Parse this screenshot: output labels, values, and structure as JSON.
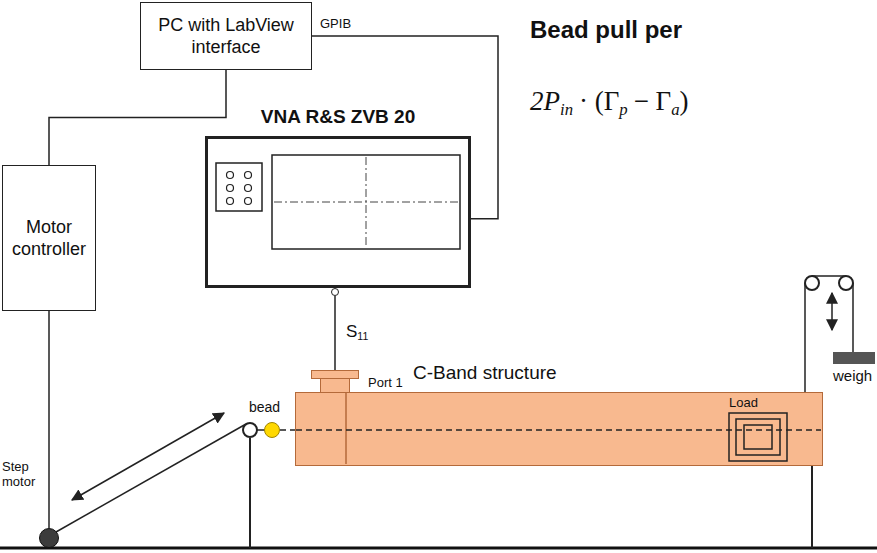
{
  "diagram": {
    "title": "Bead pull per",
    "nodes": [
      {
        "text": [
          "PC with LabView interface"
        ]
      },
      {
        "text": [
          "Motor controller"
        ]
      },
      {
        "text": [
          "VNA R&S ZVB 20"
        ]
      },
      {
        "text": [
          "C-Band structure"
        ]
      },
      {
        "text": [
          "Load"
        ],
        "in": 3
      },
      {
        "text": [
          "bead"
        ]
      },
      {
        "text": [
          "Step motor"
        ]
      },
      {
        "text": [
          "weigh"
        ]
      }
    ],
    "edges": [
      {
        "from": 0,
        "to": 2,
        "arrow": "none",
        "label": "GPIB"
      },
      {
        "from": 0,
        "to": 1,
        "arrow": "none"
      },
      {
        "from": 1,
        "to": 6,
        "arrow": "none"
      },
      {
        "from": 2,
        "to": 3,
        "arrow": "none"
      }
    ],
    "labels": [
      "Port 1",
      "S",
      "11",
      "2P",
      "in",
      "· (Γ",
      "p",
      "− Γ",
      "a",
      ")"
    ]
  }
}
